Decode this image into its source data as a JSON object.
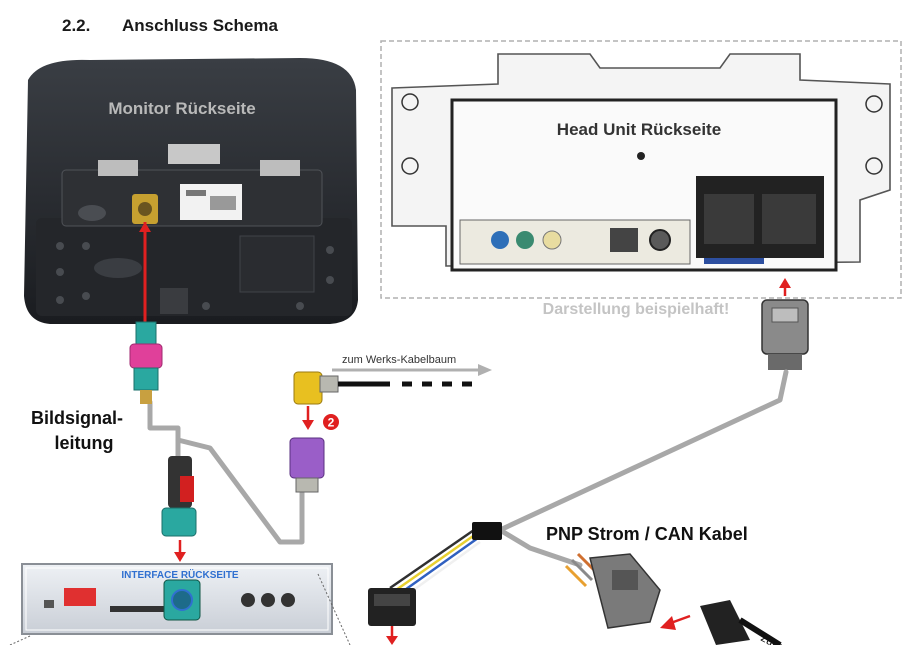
{
  "section": {
    "number": "2.2.",
    "title": "Anschluss Schema"
  },
  "labels": {
    "monitor": "Monitor Rückseite",
    "head_unit": "Head Unit Rückseite",
    "example": "Darstellung beispielhaft!",
    "factory_harness": "zum Werks-Kabelbaum",
    "signal_line_1": "Bildsignal-",
    "signal_line_2": "leitung",
    "pnp_cable": "PNP Strom / CAN Kabel",
    "interface": "INTERFACE RÜCKSEITE",
    "bottom_right": "zum",
    "step_marker": "2"
  },
  "colors": {
    "accent_red": "#e02020",
    "fakra_pink": "#e0409a",
    "fakra_teal": "#2aa8a0",
    "fakra_violet": "#9a5ec8",
    "fakra_yellow": "#e8c020",
    "cable_gray": "#a8a8a8",
    "interface_blue": "#3070d0"
  }
}
